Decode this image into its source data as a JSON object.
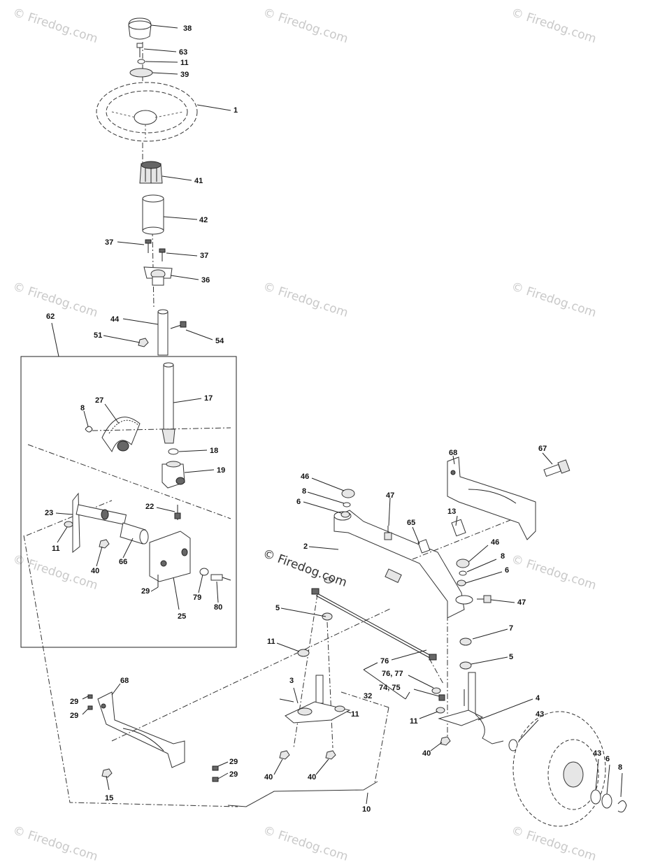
{
  "watermark": "© Firedog.com",
  "watermark_center": "© Firedog.com",
  "labels": {
    "p38": "38",
    "p63": "63",
    "p11a": "11",
    "p39": "39",
    "p1": "1",
    "p41": "41",
    "p42": "42",
    "p37a": "37",
    "p37b": "37",
    "p36": "36",
    "p62": "62",
    "p44": "44",
    "p51": "51",
    "p54": "54",
    "p17": "17",
    "p27": "27",
    "p8a": "8",
    "p18": "18",
    "p19": "19",
    "p22": "22",
    "p23": "23",
    "p11b": "11",
    "p40a": "40",
    "p66": "66",
    "p29a": "29",
    "p25": "25",
    "p79": "79",
    "p80": "80",
    "p68a": "68",
    "p67": "67",
    "p46a": "46",
    "p8b": "8",
    "p6a": "6",
    "p47a": "47",
    "p65": "65",
    "p13": "13",
    "p2": "2",
    "p46b": "46",
    "p8c": "8",
    "p6b": "6",
    "p47b": "47",
    "p5a": "5",
    "p7": "7",
    "p11c": "11",
    "p76": "76",
    "p5b": "5",
    "p7677": "76, 77",
    "p7475": "74, 75",
    "p32": "32",
    "p3": "3",
    "p11d": "11",
    "p4": "4",
    "p11e": "11",
    "p43a": "43",
    "p40b": "40",
    "p68b": "68",
    "p29b": "29",
    "p29c": "29",
    "p15": "15",
    "p40c": "40",
    "p40d": "40",
    "p29d": "29",
    "p29e": "29",
    "p10": "10",
    "p43b": "43",
    "p6c": "6",
    "p8d": "8"
  }
}
